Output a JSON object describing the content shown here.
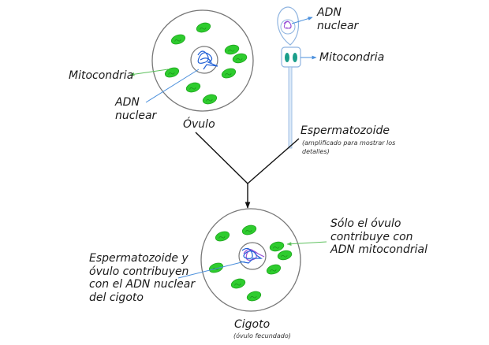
{
  "colors": {
    "mitochondria": "#2ecc2e",
    "mitochondria_dark": "#1fa51f",
    "sperm_mito": "#1a9e8a",
    "dna_blue": "#1f5fd6",
    "dna_purple": "#9a4fd6",
    "membrane": "#777777",
    "sperm_outline": "#8fb4e0",
    "arrow_green": "#5cc05c",
    "arrow_blue": "#4a8fdc",
    "flow_line": "#111111"
  },
  "ovule": {
    "title": "Óvulo",
    "mito_label": "Mitocondria",
    "dna_label_line1": "ADN",
    "dna_label_line2": "nuclear"
  },
  "sperm": {
    "title": "Espermatozoide",
    "note_line1": "(amplificado para mostrar los",
    "note_line2": "detalles)",
    "dna_label_line1": "ADN",
    "dna_label_line2": "nuclear",
    "mito_label": "Mitocondria"
  },
  "zygote": {
    "title": "Cigoto",
    "subtitle": "(óvulo fecundado)",
    "left_note": [
      "Espermatozoide y",
      "óvulo contribuyen",
      "con el ADN nuclear",
      "del cigoto"
    ],
    "right_note": [
      "Sólo el óvulo",
      "contribuye con",
      "ADN mitocondrial"
    ]
  }
}
